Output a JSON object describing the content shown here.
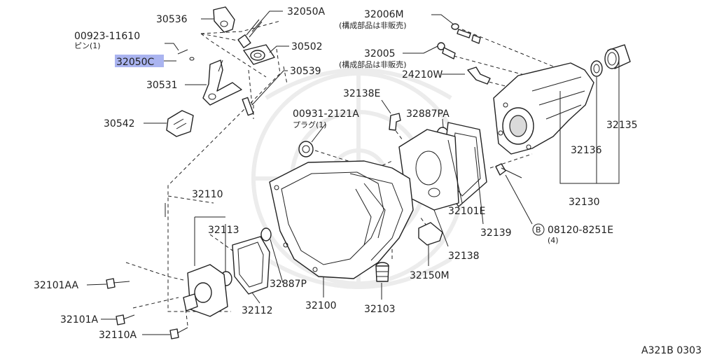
{
  "parts": {
    "p30536": "30536",
    "p32050A": "32050A",
    "p00923_11610": "00923-11610",
    "pin_note": "ピン(1)",
    "p32050C": "32050C",
    "p30502": "30502",
    "p30539": "30539",
    "p30531": "30531",
    "p30542": "30542",
    "p32006M": "32006M",
    "p32006M_note": "(構成部品は非販売)",
    "p32005": "32005",
    "p32005_note": "(構成部品は非販売)",
    "p24210W": "24210W",
    "p32138E": "32138E",
    "p00931_2121A": "00931-2121A",
    "plug_note": "プラグ(1)",
    "p32887PA": "32887PA",
    "p32135": "32135",
    "p32136": "32136",
    "p32130": "32130",
    "p32110": "32110",
    "p32113": "32113",
    "p32101E": "32101E",
    "p32139": "32139",
    "p08120_8251E": "08120-8251E",
    "p08120_note": "(4)",
    "bolt_marker": "B",
    "p32138": "32138",
    "p32101AA": "32101AA",
    "p32887P": "32887P",
    "p32150M": "32150M",
    "p32101A": "32101A",
    "p32112": "32112",
    "p32100": "32100",
    "p32103": "32103",
    "p32110A": "32110A"
  },
  "diagram_code": "A321B 0303",
  "highlight_color": "#aab4f0"
}
